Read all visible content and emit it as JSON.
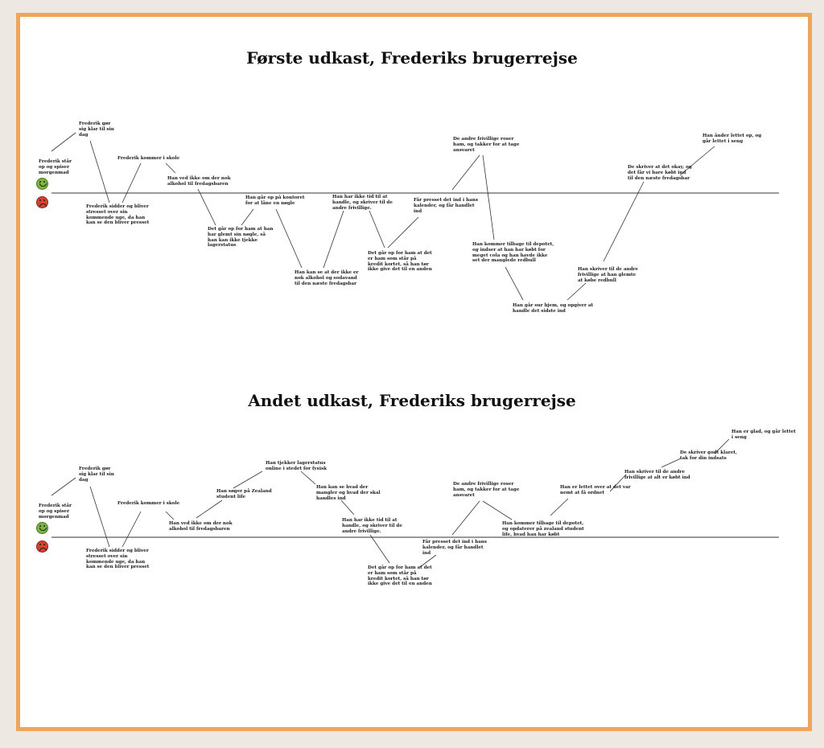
{
  "journey_1": {
    "title": "Første udkast, Frederiks brugerrejse",
    "notes": [
      "Frederik står\nop og spiser\nmorgenmad",
      "Frederik gør\nsig klar til sin\ndag",
      "Frederik sidder og bliver\nstresset over sin\nkommende uge, da han\nkan se den bliver presset",
      "Frederik kommer i skole",
      "Han ved ikke om der nok\nalkohol til fredagsbaren",
      "Det går op for ham at han\nhar glemt sin nøgle, så\nhan kan ikke tjekke\nlagerstatus",
      "Han går op på kontoret\nfor at låne en nøgle",
      "Han kan se at der ikke er\nnok alkohol og sodavand\ntil den næste fredagsbar",
      "Han har ikke tid til at\nhandle, og skriver til de\nandre frivillige.",
      "Det går op for ham at det\ner ham som står på\nkredit kortet, så han tør\nikke give det til en anden",
      "Får presset det ind i hans\nkalender, og får handlet\nind",
      "De andre frivillige roser\nham, og takker for at tage\nansvaret",
      "Han kommer tilbage til depotet,\nog indser at han har købt for\nmeget cola og han havde ikke\nset der manglede redbull",
      "Han går sur hjem, og opgiver at\nhandle det sidste ind",
      "Han skriver til de andre\nfrivillige at han glemte\nat købe redbull",
      "De skriver at det okay, og\ndet får vi bare købt ind\ntil den næste fredagsbar",
      "Han ånder lettet op, og\ngår lettet i seng"
    ]
  },
  "journey_2": {
    "title": "Andet udkast, Frederiks brugerrejse",
    "notes": [
      "Frederik står\nop og spiser\nmorgenmad",
      "Frederik gør\nsig klar til sin\ndag",
      "Frederik sidder og bliver\nstresset over sin\nkommende uge, da han\nkan se den bliver presset",
      "Frederik kommer i skole",
      "Han ved ikke om der nok\nalkohol til fredagsbaren",
      "Han søger på Zealand\nstudent life",
      "Han tjekker lagerstatus\nonline i stedet for fysisk",
      "Han kan se hvad der\nmangler og hvad der skal\nhandles ind",
      "Han har ikke tid til at\nhandle, og skriver til de\nandre frivillige.",
      "Det går op for ham at det\ner ham som står på\nkredit kortet, så han tør\nikke give det til en anden",
      "Får presset det ind i hans\nkalender, og får handlet\nind",
      "De andre frivillige roser\nham, og takker for at tage\nansvaret",
      "Han kommer tilbage til depotet,\nog opdaterer på zealand student\nlife, hvad han har købt",
      "Han er lettet over at det var\nnemt at få ordnet",
      "Han skriver til de andre\nfrivillige at alt er købt ind",
      "De skriver godt klaret,\ntak for din indsats",
      "Han er glad, og går lettet\ni seng"
    ]
  },
  "icons": {
    "happy": "happy-face-icon",
    "sad": "sad-face-icon"
  },
  "colors": {
    "frame": "#f0a65a",
    "happy": "#7cb342",
    "sad": "#d9412f"
  }
}
